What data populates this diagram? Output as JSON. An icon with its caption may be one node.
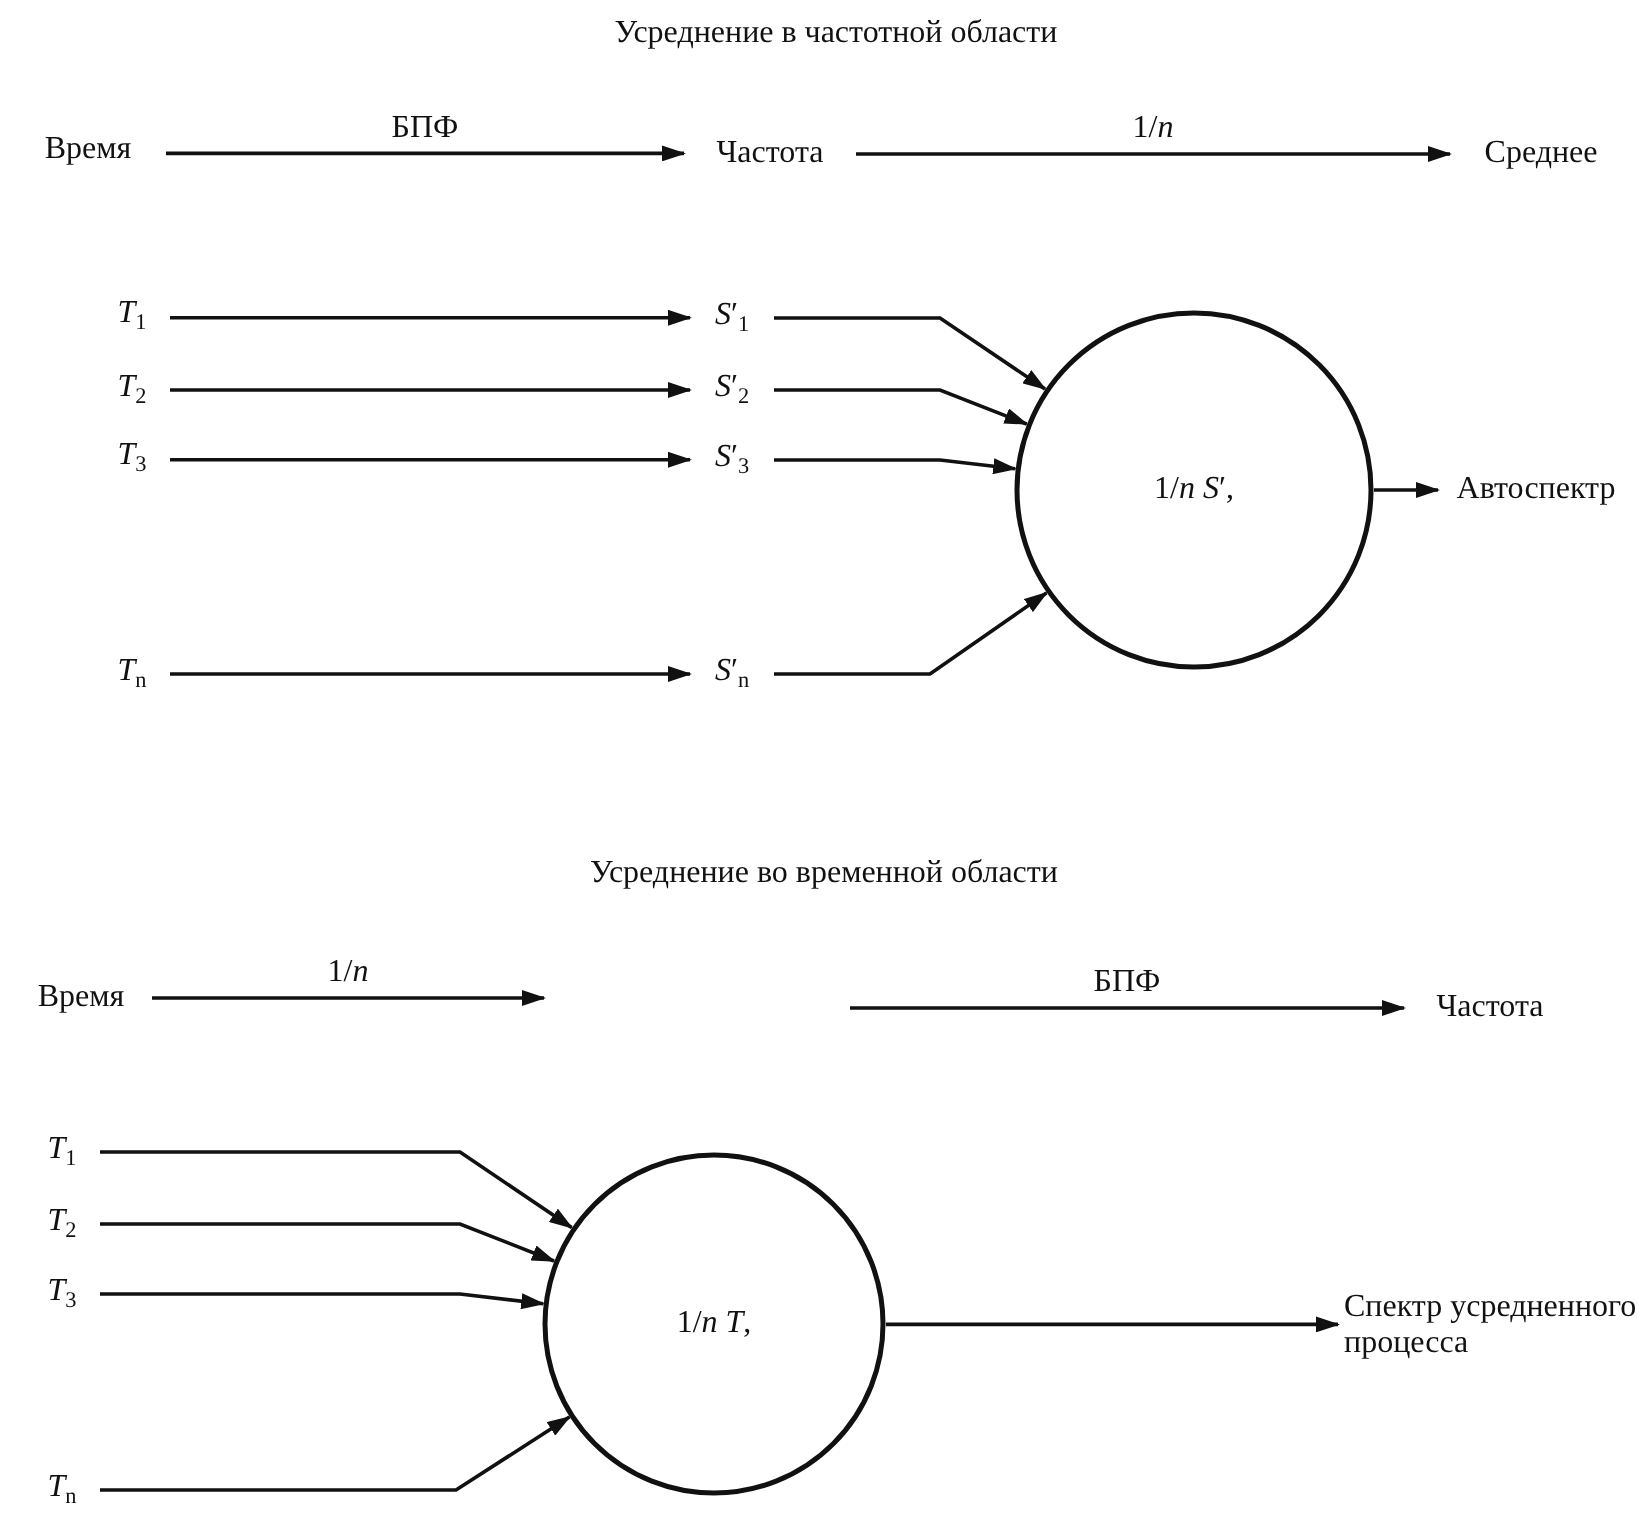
{
  "diagram": {
    "nodes": [
      {
        "text": [
          "Время"
        ]
      },
      {
        "text": [
          "Частота"
        ]
      },
      {
        "text": [
          "Среднее"
        ]
      },
      {
        "text": [
          "*T*$_{1}$"
        ]
      },
      {
        "text": [
          "*T*$_{2}$"
        ]
      },
      {
        "text": [
          "*T*$_{3}$"
        ]
      },
      {
        "text": [
          "*T*$_{n}$"
        ]
      },
      {
        "text": [
          "*S*′$_{1}$"
        ]
      },
      {
        "text": [
          "*S*′$_{2}$"
        ]
      },
      {
        "text": [
          "*S*′$_{3}$"
        ]
      },
      {
        "text": [
          "*S*′$_{n}$"
        ]
      },
      {
        "text": [
          "1/*n*  *S*′,"
        ]
      },
      {
        "text": [
          "Время"
        ]
      },
      {
        "text": [
          "Частота"
        ]
      },
      {
        "text": [
          "*T*$_{1}$"
        ]
      },
      {
        "text": [
          "*T*$_{2}$"
        ]
      },
      {
        "text": [
          "*T*$_{3}$"
        ]
      },
      {
        "text": [
          "*T*$_{n}$"
        ]
      },
      {
        "text": [
          "1/*n*  *T*,"
        ]
      },
      {
        "text": [
          "Автоспектр"
        ]
      },
      {
        "text": [
          "Спектр усредненного процесса"
        ]
      }
    ],
    "edges": [
      {
        "from": 0,
        "to": 1,
        "arrow": "to",
        "label": "БПФ"
      },
      {
        "from": 1,
        "to": 2,
        "arrow": "to",
        "label": "1/*n*"
      },
      {
        "from": 3,
        "to": 7,
        "arrow": "to"
      },
      {
        "from": 4,
        "to": 8,
        "arrow": "to"
      },
      {
        "from": 5,
        "to": 9,
        "arrow": "to"
      },
      {
        "from": 6,
        "to": 10,
        "arrow": "to"
      },
      {
        "from": 7,
        "to": 11,
        "arrow": "to"
      },
      {
        "from": 8,
        "to": 11,
        "arrow": "to"
      },
      {
        "from": 9,
        "to": 11,
        "arrow": "to"
      },
      {
        "from": 10,
        "to": 11,
        "arrow": "to"
      },
      {
        "from": 11,
        "to": 19,
        "arrow": "to"
      },
      {
        "from": 12,
        "to": null,
        "arrow": "to",
        "label": "1/*n*"
      },
      {
        "from": null,
        "to": 13,
        "arrow": "to",
        "label": "БПФ"
      },
      {
        "from": 14,
        "to": 18,
        "arrow": "to"
      },
      {
        "from": 15,
        "to": 18,
        "arrow": "to"
      },
      {
        "from": 16,
        "to": 18,
        "arrow": "to"
      },
      {
        "from": 17,
        "to": 18,
        "arrow": "to"
      },
      {
        "from": 18,
        "to": 20,
        "arrow": "to"
      }
    ],
    "labels": [
      "Усреднение в частотной области",
      "Усреднение во временной области"
    ]
  }
}
